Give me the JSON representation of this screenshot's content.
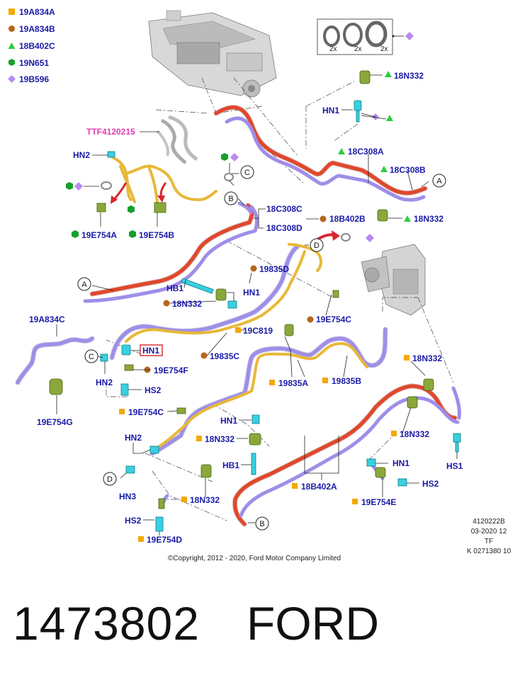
{
  "colors": {
    "label": "#1a1aa8",
    "orange_sq": "#f2a900",
    "brown_dot": "#b5651d",
    "green_tri": "#2ecc40",
    "green_hex": "#16a02b",
    "purple_dia": "#b78af2",
    "ttf": "#e040b0",
    "red_tube": "#e0472a",
    "purple_tube": "#9f8ee8",
    "yellow_tube": "#e8b838",
    "cyan_part": "#38d0e0",
    "olive_part": "#8aa83a",
    "callout_box": "#d9262e"
  },
  "legend": [
    {
      "icon": "orange-square-icon",
      "code": "19A834A"
    },
    {
      "icon": "brown-dot-icon",
      "code": "19A834B"
    },
    {
      "icon": "green-triangle-icon",
      "code": "18B402C"
    },
    {
      "icon": "green-hexagon-icon",
      "code": "19N651"
    },
    {
      "icon": "purple-diamond-icon",
      "code": "19B596"
    }
  ],
  "washers": [
    "2x",
    "2x",
    "2x"
  ],
  "labels": {
    "ttf": "TTF4120215",
    "l_18N332_top": "18N332",
    "l_HN1_top": "HN1",
    "l_18C308A": "18C308A",
    "l_18C308B": "18C308B",
    "l_HN2_a": "HN2",
    "l_18C308C": "18C308C",
    "l_18C308D": "18C308D",
    "l_18B402B": "18B402B",
    "l_18N332_b": "18N332",
    "l_19E754A": "19E754A",
    "l_19E754B": "19E754B",
    "l_19835D": "19835D",
    "l_HB1_a": "HB1",
    "l_HN1_b": "HN1",
    "l_18N332_c": "18N332",
    "l_19E754C": "19E754C",
    "l_19A834C": "19A834C",
    "l_19C819": "19C819",
    "l_HN1_box": "HN1",
    "l_19835C": "19835C",
    "l_19E754F": "19E754F",
    "l_HN2_b": "HN2",
    "l_HS2_a": "HS2",
    "l_19835A": "19835A",
    "l_19835B": "19835B",
    "l_18N332_d": "18N332",
    "l_19E754G": "19E754G",
    "l_19E754C2": "19E754C",
    "l_HN1_c": "HN1",
    "l_18N332_e": "18N332",
    "l_18N332_f": "18N332",
    "l_HN2_c": "HN2",
    "l_HB1_b": "HB1",
    "l_HS1": "HS1",
    "l_HN1_d": "HN1",
    "l_HN3": "HN3",
    "l_18B402A": "18B402A",
    "l_HS2_b": "HS2",
    "l_18N332_g": "18N332",
    "l_19E754E": "19E754E",
    "l_HS2_c": "HS2",
    "l_19E754D": "19E754D"
  },
  "callouts": {
    "A1": "A",
    "A2": "A",
    "B1": "B",
    "B2": "B",
    "C1": "C",
    "C2": "C",
    "D1": "D",
    "D2": "D"
  },
  "info_block": [
    "4120222B",
    "03-2020 12",
    "TF",
    "K 0271380 10"
  ],
  "copyright": "©Copyright, 2012 - 2020, Ford Motor Company Limited",
  "part_number": "1473802",
  "brand": "FORD"
}
